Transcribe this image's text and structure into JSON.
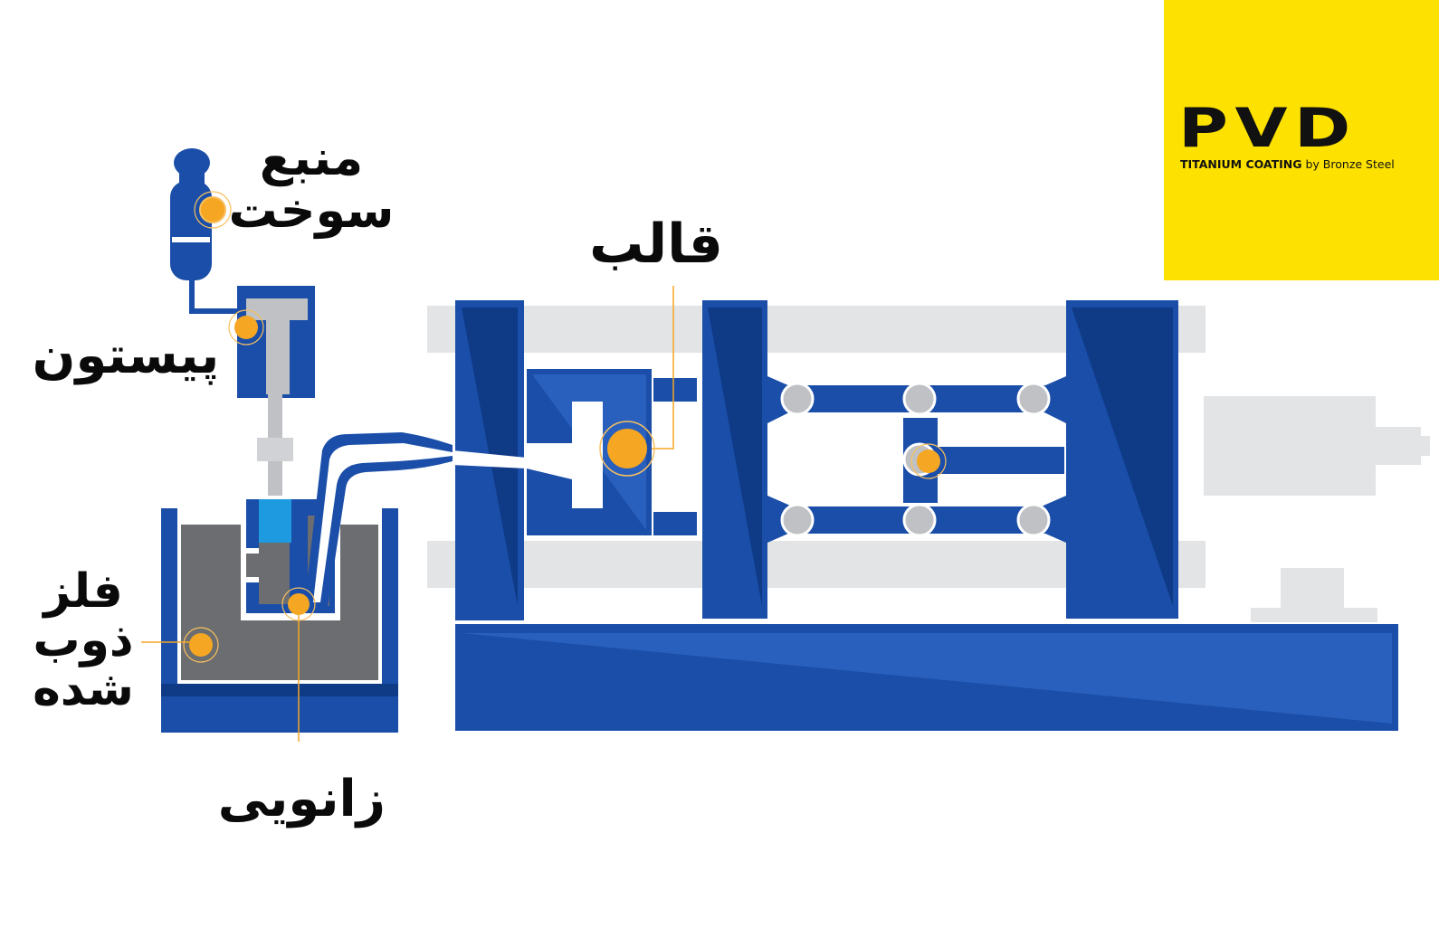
{
  "labels": {
    "fuel_source_line1": "منبع",
    "fuel_source_line2": "سوخت",
    "piston": "پیستون",
    "mold": "قالب",
    "molten_metal_line1": "فلز",
    "molten_metal_line2": "ذوب",
    "molten_metal_line3": "شده",
    "gooseneck": "زانویی"
  },
  "logo": {
    "brand": "PVD",
    "tagline_bold": "TITANIUM COATING",
    "tagline_rest": " by Bronze Steel",
    "background": "#fde100"
  },
  "colors": {
    "machine_blue": "#1a4ea8",
    "machine_blue_dark": "#0e3a86",
    "light_blue": "#1e9be0",
    "rail_gray": "#e3e4e6",
    "metal_gray": "#6b6d70",
    "callout_orange": "#f5a623",
    "joint_gray": "#bfc1c4"
  }
}
